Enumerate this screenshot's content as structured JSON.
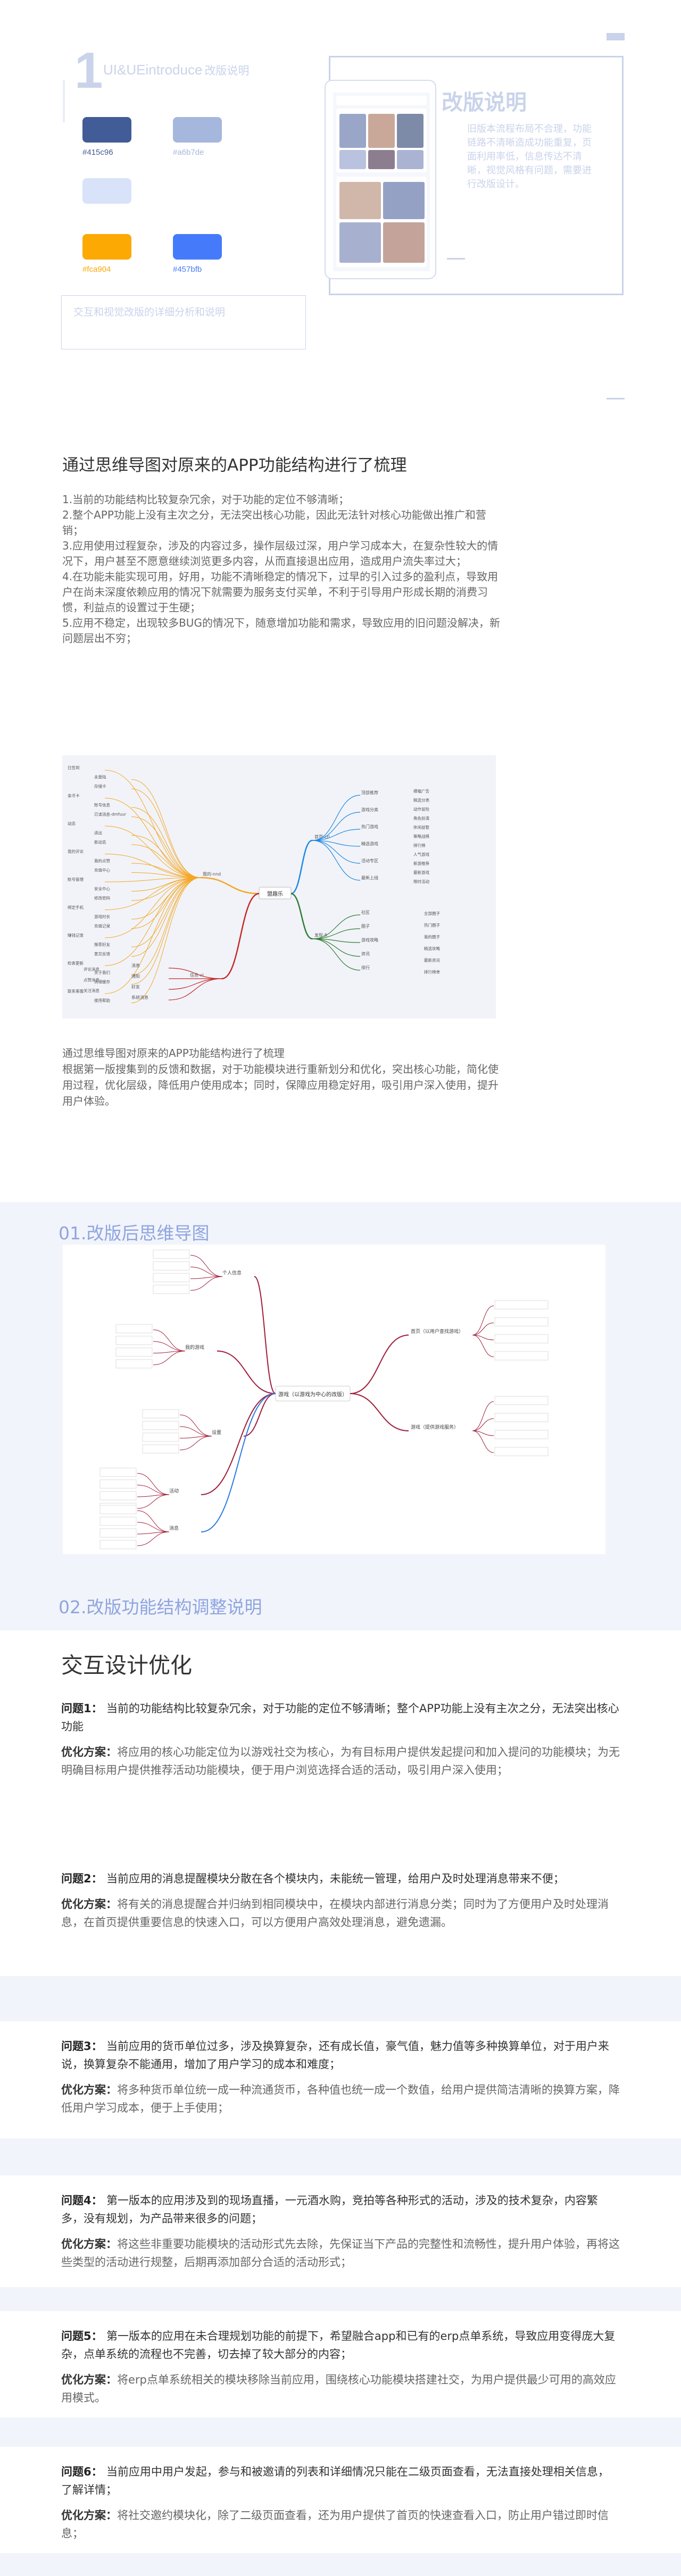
{
  "hero": {
    "number": "1",
    "title": "UI&UEintroduce",
    "subtitle": "改版说明",
    "colors": [
      {
        "hex": "#415c96",
        "label": "#415c96",
        "text_color": "#415c96"
      },
      {
        "hex": "#a6b7de",
        "label": "#a6b7de",
        "text_color": "#a6b7de"
      },
      {
        "hex": "#d8e3fa",
        "label": "",
        "text_color": "#d8e3fa"
      },
      {
        "hex": "#fca904",
        "label": "#fca904",
        "text_color": "#fca904"
      },
      {
        "hex": "#457bfb",
        "label": "#457bfb",
        "text_color": "#457bfb"
      }
    ],
    "small_box_text": "交互和视觉改版的详细分析和说明",
    "box_title": "改版说明",
    "box_desc": "旧版本流程布局不合理，功能链路不清晰造成功能重复，页面利用率低，信息传达不清晰，视觉风格有问题，需要进行改版设计。"
  },
  "section2": {
    "title": "通过思维导图对原来的APP功能结构进行了梳理",
    "list": [
      "1.当前的功能结构比较复杂冗余，对于功能的定位不够清晰；",
      "2.整个APP功能上没有主次之分，无法突出核心功能，因此无法针对核心功能做出推广和营销；",
      "3.应用使用过程复杂，涉及的内容过多，操作层级过深，用户学习成本大，在复杂性较大的情况下，用户甚至不愿意继续浏览更多内容，从而直接退出应用，造成用户流失率过大；",
      "4.在功能未能实现可用，好用，功能不清晰稳定的情况下，过早的引入过多的盈利点，导致用户在尚未深度依赖应用的情况下就需要为服务支付买单，不利于引导用户形成长期的消费习惯，利益点的设置过于生硬；",
      "5.应用不稳定，出现较多BUG的情况下，随意增加功能和需求，导致应用的旧问题没解决，新问题层出不穷；"
    ],
    "caption_title": "通过思维导图对原来的APP功能结构进行了梳理",
    "caption_body": "根据第一版搜集到的反馈和数据，对于功能模块进行重新划分和优化，突出核心功能，简化使用过程，优化层级，降低用户使用成本；同时，保障应用稳定好用，吸引用户深入使用，提升用户体验。"
  },
  "mindmap1": {
    "center": "盟趣乐",
    "branches": {
      "mine": {
        "label": "我的-nnd",
        "color": "#f5a623",
        "items": [
          "已登录",
          "未登录",
          "导航栏",
          "消息中心",
          "动态",
          "个人主页",
          "我的游戏",
          "设置",
          "帮助"
        ],
        "leaves": [
          "日签到",
          "未登陆",
          "存储卡",
          "金币卡",
          "账号信息",
          "已读消息-dmfuur",
          "动态",
          "退出",
          "新动态",
          "我的评论",
          "我的点赞",
          "充值中心",
          "账号管理",
          "安全中心",
          "修改密码",
          "绑定手机",
          "游戏时长",
          "充值记录",
          "赚钱记录",
          "推荐好友",
          "意见反馈",
          "检查更新",
          "关于我们",
          "清理缓存",
          "联系客服",
          "使用帮助"
        ]
      },
      "home": {
        "label": "首页-ctl",
        "color": "#1e88e5",
        "items": [
          "顶部推荐",
          "游戏分类",
          "热门游戏",
          "精选游戏",
          "活动专区",
          "最新上线"
        ],
        "leaves": [
          "横幅广告",
          "精选分类",
          "动作冒险",
          "角色扮演",
          "休闲益智",
          "策略战棋",
          "排行榜",
          "人气游戏",
          "新游推荐",
          "最新游戏",
          "限时活动"
        ]
      },
      "discover": {
        "label": "发现-fi",
        "color": "#2e7d32",
        "items": [
          "社区",
          "圈子",
          "游戏攻略",
          "资讯",
          "排行"
        ],
        "leaves": [
          "全部圈子",
          "热门圈子",
          "我的圈子",
          "精选攻略",
          "最新资讯",
          "排行榜单"
        ]
      },
      "other": {
        "label": "信息-xl",
        "color": "#c62828",
        "items": [
          "消息",
          "通知",
          "好友",
          "系统消息"
        ],
        "leaves": [
          "评论消息",
          "点赞消息",
          "关注消息"
        ]
      }
    }
  },
  "section3": {
    "title": "01.改版后思维导图"
  },
  "mindmap2": {
    "center": "游戏（以游戏为中心的改版）",
    "left_branches": [
      "个人信息",
      "我的游戏",
      "设置",
      "活动",
      "消息"
    ],
    "right_branches": [
      "首页（以用户查找游戏）",
      "游戏（提供游戏服务）"
    ]
  },
  "section4": {
    "title": "02.改版功能结构调整说明",
    "interaction_title": "交互设计优化",
    "problem_label": "问题",
    "solution_label": "优化方案：",
    "items": [
      {
        "problem_no": "问题1：",
        "problem": "当前的功能结构比较复杂冗余，对于功能的定位不够清晰；整个APP功能上没有主次之分，无法突出核心功能",
        "solution": "将应用的核心功能定位为以游戏社交为核心，为有目标用户提供发起提问和加入提问的功能模块；为无明确目标用户提供推荐活动功能模块，便于用户浏览选择合适的活动，吸引用户深入使用；"
      },
      {
        "problem_no": "问题2：",
        "problem": "当前应用的消息提醒模块分散在各个模块内，未能统一管理，给用户及时处理消息带来不便；",
        "solution": "将有关的消息提醒合并归纳到相同模块中，在模块内部进行消息分类；同时为了方便用户及时处理消息，在首页提供重要信息的快速入口，可以方便用户高效处理消息，避免遗漏。"
      },
      {
        "problem_no": "问题3：",
        "problem": "当前应用的货币单位过多，涉及换算复杂，还有成长值，豪气值，魅力值等多种换算单位，对于用户来说，换算复杂不能通用，增加了用户学习的成本和难度；",
        "solution": "将多种货币单位统一成一种流通货币，各种值也统一成一个数值，给用户提供简洁清晰的换算方案，降低用户学习成本，便于上手使用；"
      },
      {
        "problem_no": "问题4：",
        "problem": "第一版本的应用涉及到的现场直播，一元酒水购，竞拍等各种形式的活动，涉及的技术复杂，内容繁多，没有规划，为产品带来很多的问题；",
        "solution": "将这些非重要功能模块的活动形式先去除，先保证当下产品的完整性和流畅性，提升用户体验，再将这些类型的活动进行规整，后期再添加部分合适的活动形式；"
      },
      {
        "problem_no": "问题5：",
        "problem": "第一版本的应用在未合理规划功能的前提下，希望融合app和已有的erp点单系统，导致应用变得庞大复杂，点单系统的流程也不完善，切去掉了较大部分的内容；",
        "solution": "将erp点单系统相关的模块移除当前应用，围绕核心功能模块搭建社交，为用户提供最少可用的高效应用模式。"
      },
      {
        "problem_no": "问题6：",
        "problem": "当前应用中用户发起，参与和被邀请的列表和详细情况只能在二级页面查看，无法直接处理相关信息，了解详情；",
        "solution": "将社交邀约模块化，除了二级页面查看，还为用户提供了首页的快速查看入口，防止用户错过即时信息；"
      }
    ]
  }
}
